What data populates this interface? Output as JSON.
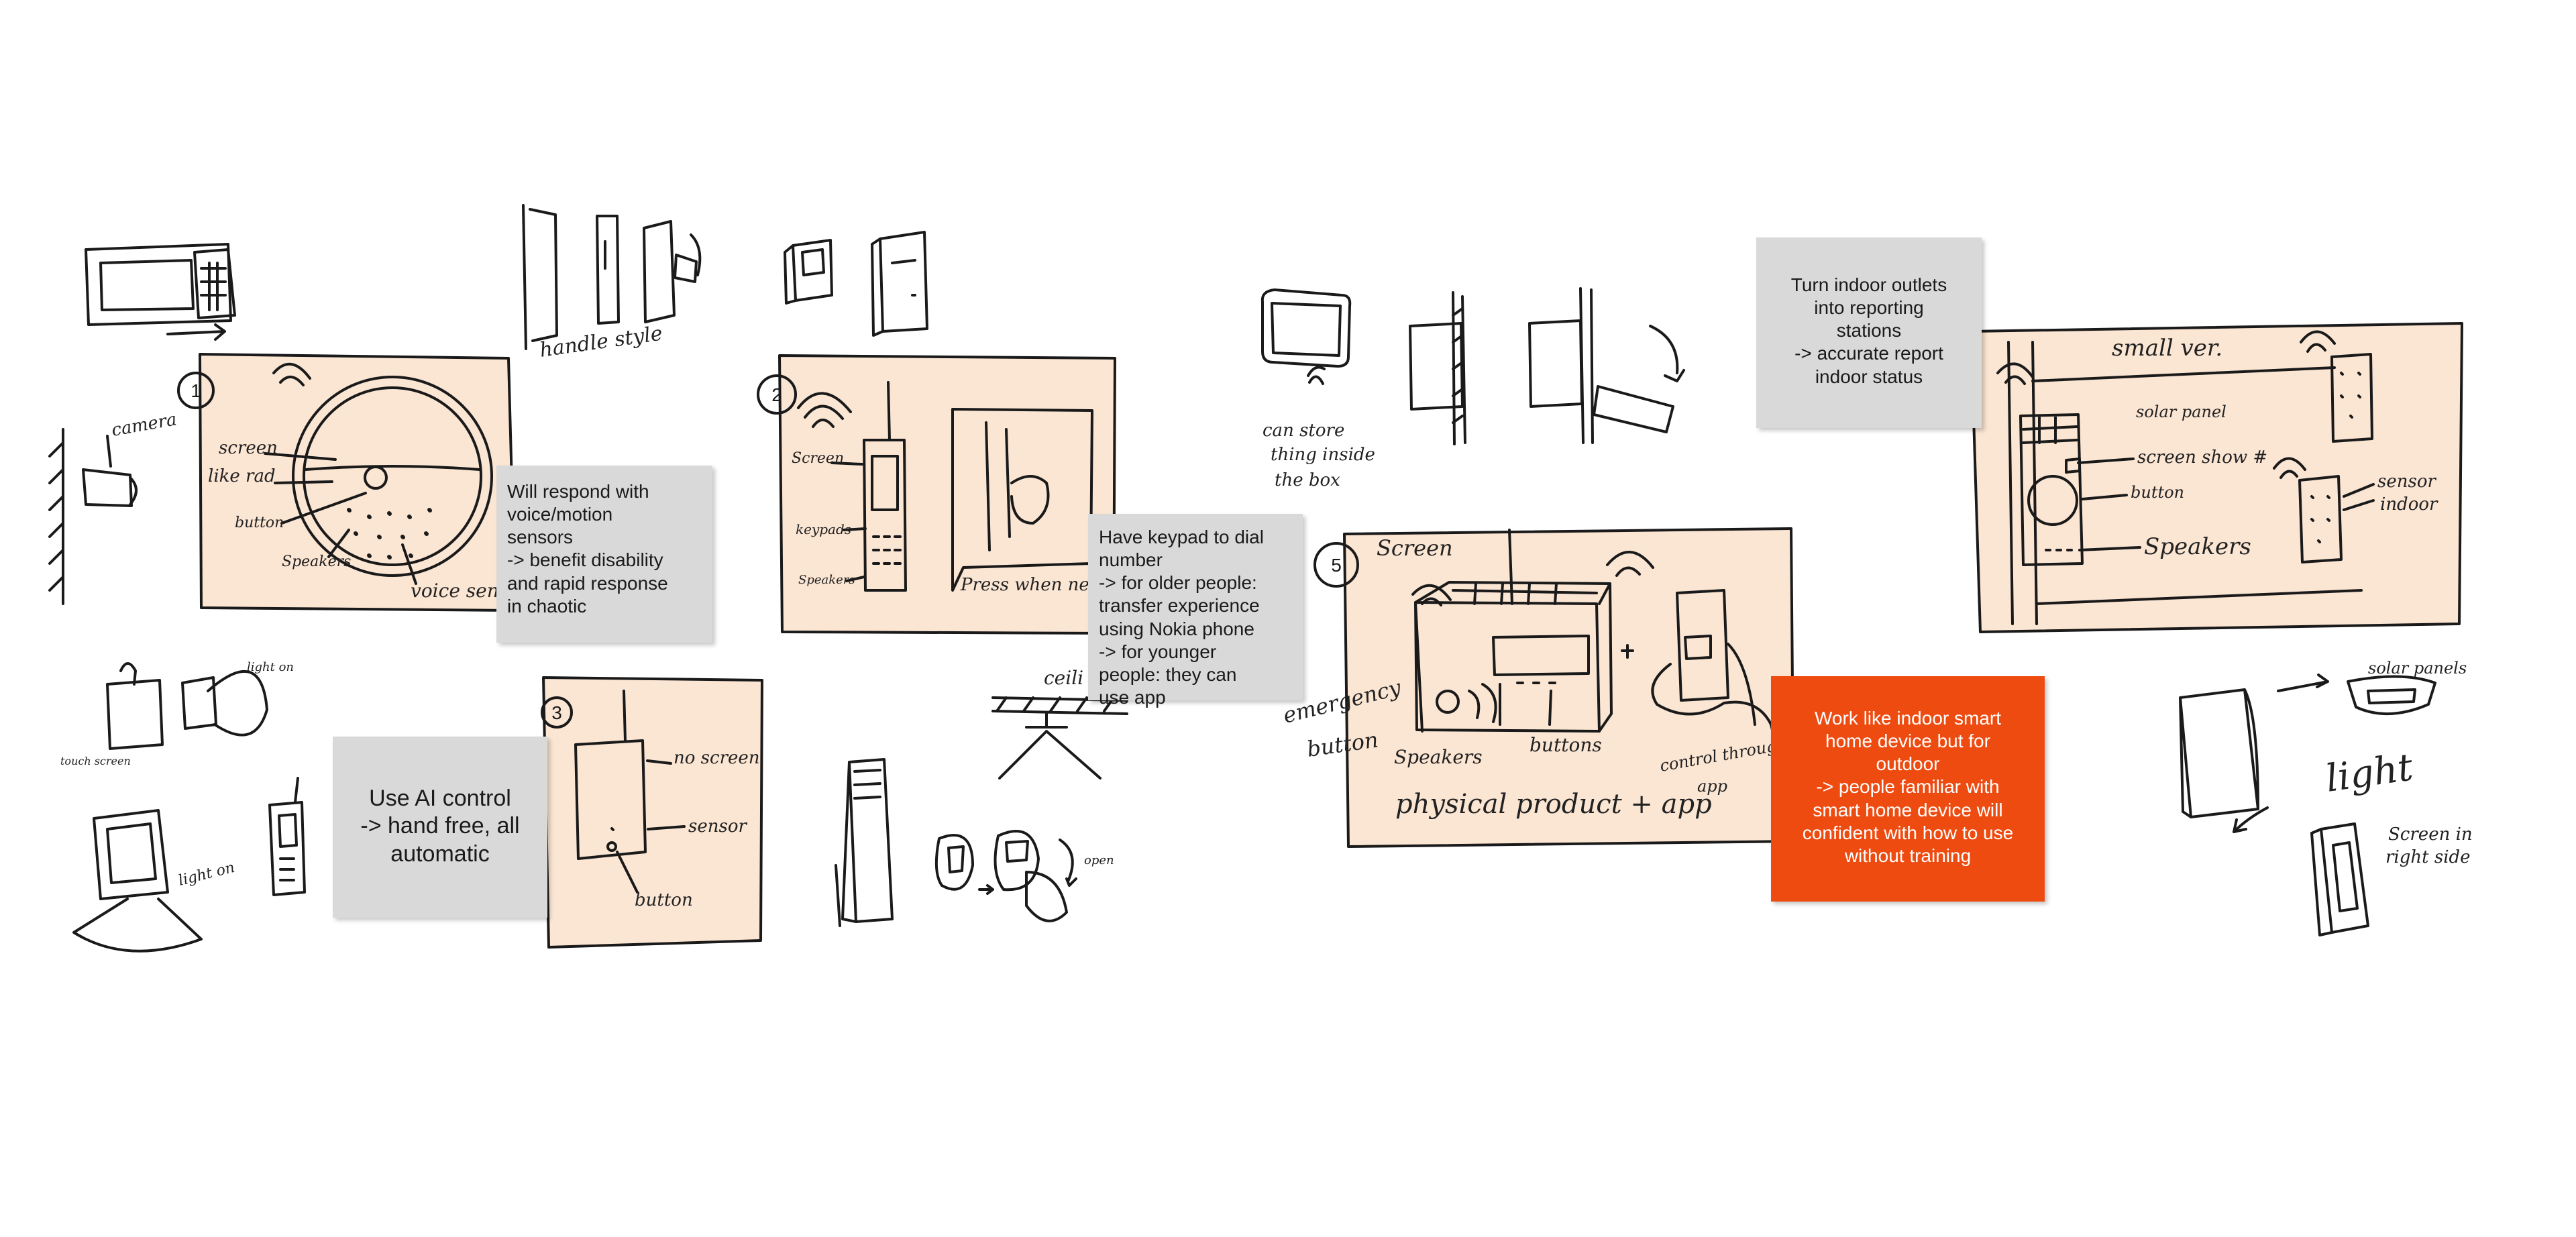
{
  "sketch_labels": {
    "handle_style": "handle style",
    "camera": "camera",
    "c1_screen": "screen",
    "c1_like_rad": "like rad",
    "c1_button": "button",
    "c1_speakers": "Speakers",
    "c1_voice_sensor": "voice sen",
    "light_on_1": "light on",
    "touch_screen": "touch screen",
    "light_on_2": "light on",
    "c2_screen": "Screen",
    "c2_keypads": "keypads",
    "c2_speakers": "Speakers",
    "c2_press": "Press when need",
    "c3_no_screen": "no screen",
    "c3_sensor": "sensor",
    "c3_button": "button",
    "ceiling": "ceili",
    "open": "open",
    "can_store": "can store",
    "thing_inside": "thing inside",
    "the_box": "the box",
    "c5_screen": "Screen",
    "emergency": "emergency",
    "button": "button",
    "c5_speakers": "Speakers",
    "c5_buttons": "buttons",
    "control_through": "control through",
    "app": "app",
    "physical_product": "physical product + app",
    "small_ver": "small ver.",
    "solar_panel": "solar panel",
    "screen_show": "screen show #",
    "c6_button": "button",
    "c6_speakers": "Speakers",
    "sensor_indoor_1": "sensor",
    "sensor_indoor_2": "indoor",
    "solar_panels": "solar panels",
    "light": "light",
    "screen_in": "Screen in",
    "right_side": "right side"
  },
  "concept_numbers": [
    "1",
    "2",
    "3",
    "5"
  ],
  "notes": {
    "voice_motion": "Will respond with\nvoice/motion\nsensors\n-> benefit disability\nand rapid response\nin chaotic",
    "ai_control": "Use AI control\n-> hand free, all\nautomatic",
    "keypad": "Have keypad to dial\nnumber\n-> for older people:\ntransfer experience\nusing Nokia phone\n-> for younger\npeople: they can\nuse app",
    "outlets": "Turn indoor outlets\ninto reporting\nstations\n-> accurate report\nindoor status",
    "smart_home": "Work like indoor smart\nhome device but for\noutdoor\n-> people familiar with\nsmart home device will\nconfident with how to use\nwithout training"
  },
  "colors": {
    "card_fill": "#fbe5d3",
    "note_grey": "#d9d9d9",
    "note_orange": "#ee4b11",
    "ink": "#1a1a1a"
  }
}
